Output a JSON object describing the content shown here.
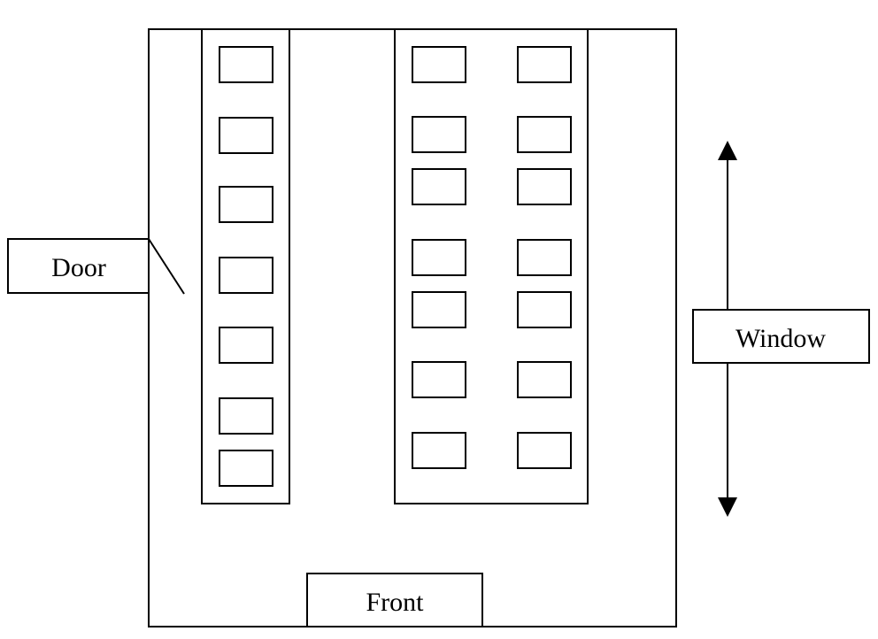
{
  "labels": {
    "door": "Door",
    "window": "Window",
    "front": "Front"
  },
  "colors": {
    "stroke": "#000000",
    "background": "#ffffff"
  },
  "layout_groups": {
    "left_column": {
      "desk_count": 7
    },
    "right_block": {
      "columns": 2,
      "rows": 7,
      "desk_count": 14
    }
  },
  "window_arrow": {
    "direction": "up-down",
    "icon": "double-headed-arrow"
  }
}
